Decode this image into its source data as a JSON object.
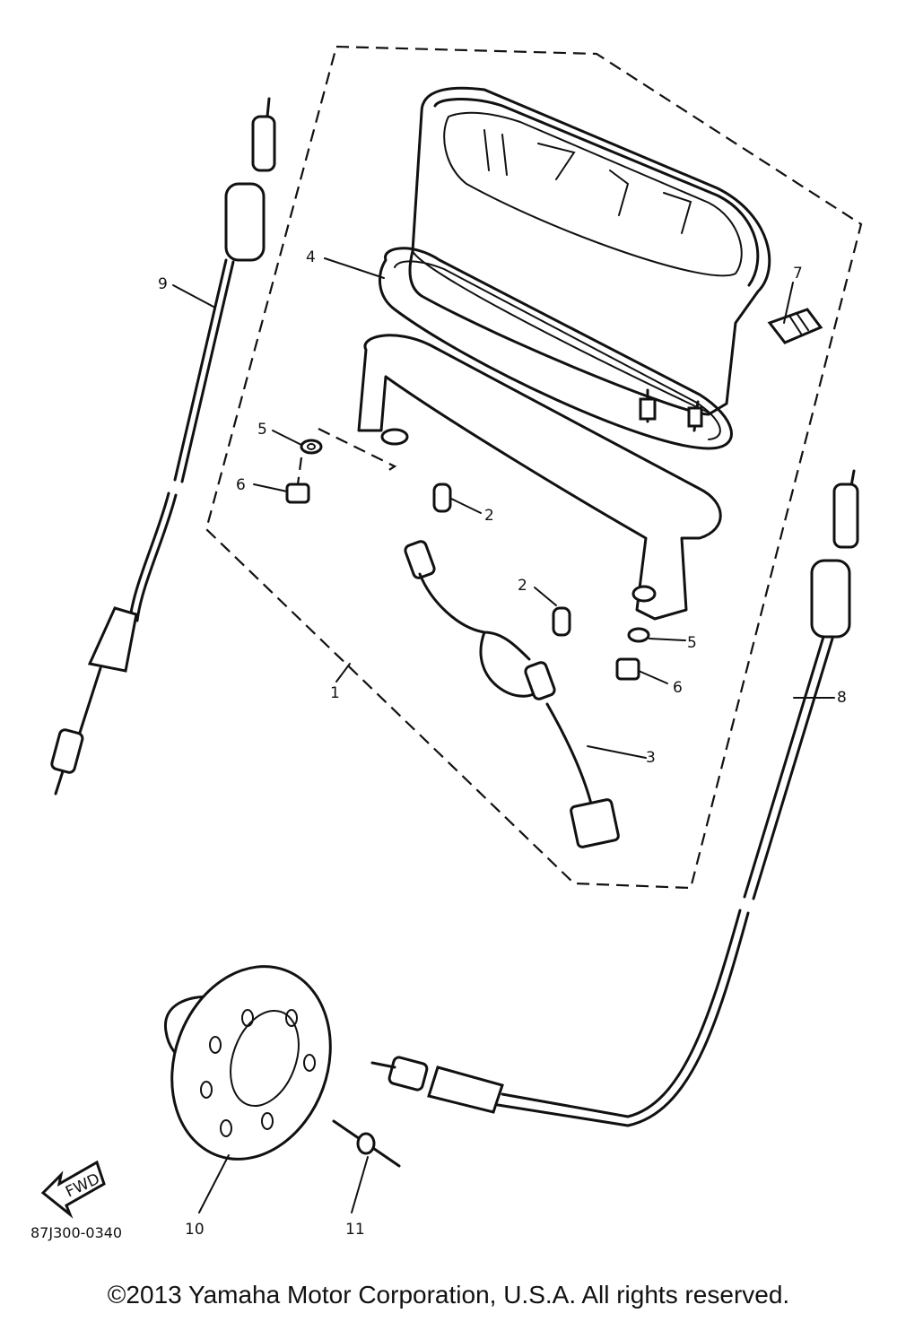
{
  "callouts": {
    "c1": "1",
    "c2a": "2",
    "c2b": "2",
    "c3": "3",
    "c4": "4",
    "c5a": "5",
    "c5b": "5",
    "c6a": "6",
    "c6b": "6",
    "c7": "7",
    "c8": "8",
    "c9": "9",
    "c10": "10",
    "c11": "11"
  },
  "fwd_label": "FWD",
  "diagram_code": "87J300-0340",
  "copyright": "©2013 Yamaha Motor Corporation, U.S.A. All rights reserved."
}
